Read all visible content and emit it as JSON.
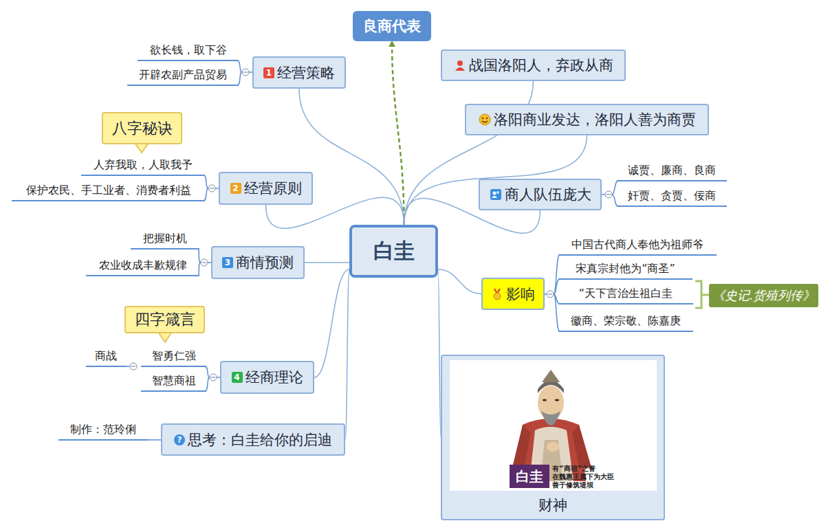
{
  "diagram": {
    "nodes": [
      {
        "text": [
          "白圭"
        ]
      },
      {
        "text": [
          "良商代表"
        ]
      },
      {
        "text": [
          "1",
          "经营策略"
        ]
      },
      {
        "text": [
          "战国洛阳人，弃政从商"
        ]
      },
      {
        "text": [
          "洛阳商业发达，洛阳人善为商贾"
        ]
      },
      {
        "text": [
          "八字秘诀"
        ]
      },
      {
        "text": [
          "2",
          "经营原则"
        ]
      },
      {
        "text": [
          "商人队伍庞大"
        ]
      },
      {
        "text": [
          "3",
          "商情预测"
        ]
      },
      {
        "text": [
          "影响"
        ]
      },
      {
        "text": [
          "《史记.货殖列传》"
        ]
      },
      {
        "text": [
          "四字箴言"
        ]
      },
      {
        "text": [
          "4",
          "经商理论"
        ]
      },
      {
        "text": [
          "?",
          "思考：白圭给你的启迪"
        ]
      },
      {
        "text": [
          "财神"
        ]
      }
    ],
    "edges": [
      {
        "from": 0,
        "to": 1,
        "arrow": "to"
      },
      {
        "from": 0,
        "to": 2,
        "arrow": "none"
      },
      {
        "from": 0,
        "to": 3,
        "arrow": "none"
      },
      {
        "from": 0,
        "to": 4,
        "arrow": "none"
      },
      {
        "from": 0,
        "to": 6,
        "arrow": "none"
      },
      {
        "from": 0,
        "to": 7,
        "arrow": "none"
      },
      {
        "from": 0,
        "to": 8,
        "arrow": "none"
      },
      {
        "from": 0,
        "to": 9,
        "arrow": "none"
      },
      {
        "from": 0,
        "to": 12,
        "arrow": "none"
      },
      {
        "from": 0,
        "to": 13,
        "arrow": "none"
      },
      {
        "from": 0,
        "to": 14,
        "arrow": "none"
      }
    ],
    "labels": [
      "欲长钱，取下谷",
      "开辟农副产品贸易",
      "人弃我取，人取我予",
      "保护农民、手工业者、消费者利益",
      "把握时机",
      "农业收成丰歉规律",
      "商战",
      "智勇仁强",
      "智慧商祖",
      "制作：范玲俐",
      "诚贾、廉商、良商",
      "奸贾、贪贾、佞商",
      "中国古代商人奉他为祖师爷",
      "宋真宗封他为“商圣”",
      "“天下言治生祖白圭",
      "徽商、荣宗敬、陈嘉庚",
      "白圭",
      "有“商祖”之誉",
      "在魏惠王属下为大臣",
      "善于修筑堤坝"
    ]
  }
}
